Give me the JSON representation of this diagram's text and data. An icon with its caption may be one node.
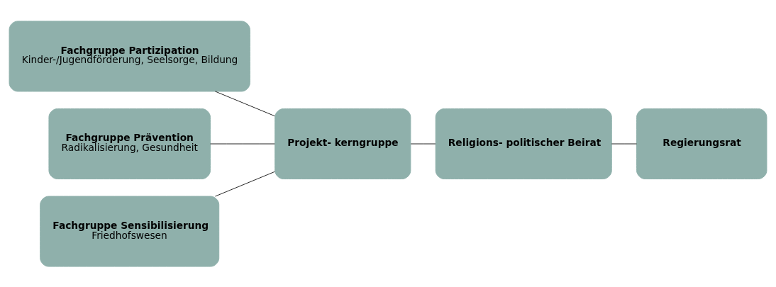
{
  "diagram": {
    "nodes": [
      {
        "text": [
          "Fachgruppe Partizipation",
          "Kinder-/Jugendförderung, Seelsorge, Bildung"
        ]
      },
      {
        "text": [
          "Fachgruppe Prävention",
          "Radikalisierung, Gesundheit"
        ]
      },
      {
        "text": [
          "Fachgruppe Sensibilisierung",
          "Friedhofswesen"
        ]
      },
      {
        "text": [
          "Projekt- kerngruppe"
        ]
      },
      {
        "text": [
          "Religions- politischer Beirat"
        ]
      },
      {
        "text": [
          "Regierungsrat"
        ]
      }
    ],
    "edges": [
      {
        "from": 0,
        "to": 3,
        "arrow": "none"
      },
      {
        "from": 1,
        "to": 3,
        "arrow": "none"
      },
      {
        "from": 2,
        "to": 3,
        "arrow": "none"
      },
      {
        "from": 3,
        "to": 4,
        "arrow": "none"
      },
      {
        "from": 4,
        "to": 5,
        "arrow": "none"
      }
    ]
  }
}
